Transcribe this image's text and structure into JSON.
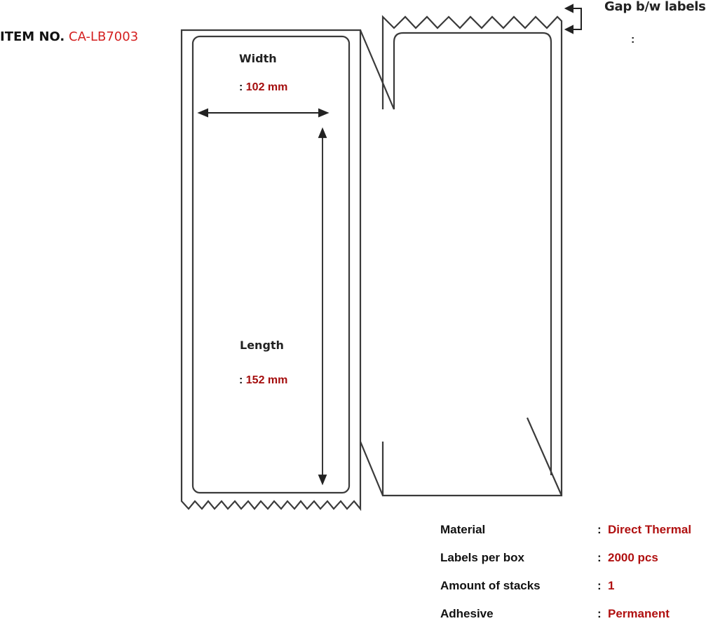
{
  "header": {
    "item_no_label": "ITEM NO.",
    "item_no_value": "CA-LB7003"
  },
  "gap": {
    "label": "Gap b/w labels",
    "separator": ":",
    "value": ""
  },
  "dimensions": {
    "width_label": "Width",
    "width_separator": ":",
    "width_value": "102 mm",
    "length_label": "Length",
    "length_separator": ":",
    "length_value": "152 mm"
  },
  "specs": [
    {
      "key": "Material",
      "sep": ":",
      "value": "Direct Thermal"
    },
    {
      "key": "Labels per box",
      "sep": ":",
      "value": "2000 pcs"
    },
    {
      "key": "Amount of stacks",
      "sep": ":",
      "value": "1"
    },
    {
      "key": "Adhesive",
      "sep": ":",
      "value": "Permanent"
    }
  ],
  "colors": {
    "item_no_value": "#d42020",
    "spec_value": "#b01010",
    "line": "#333333"
  }
}
